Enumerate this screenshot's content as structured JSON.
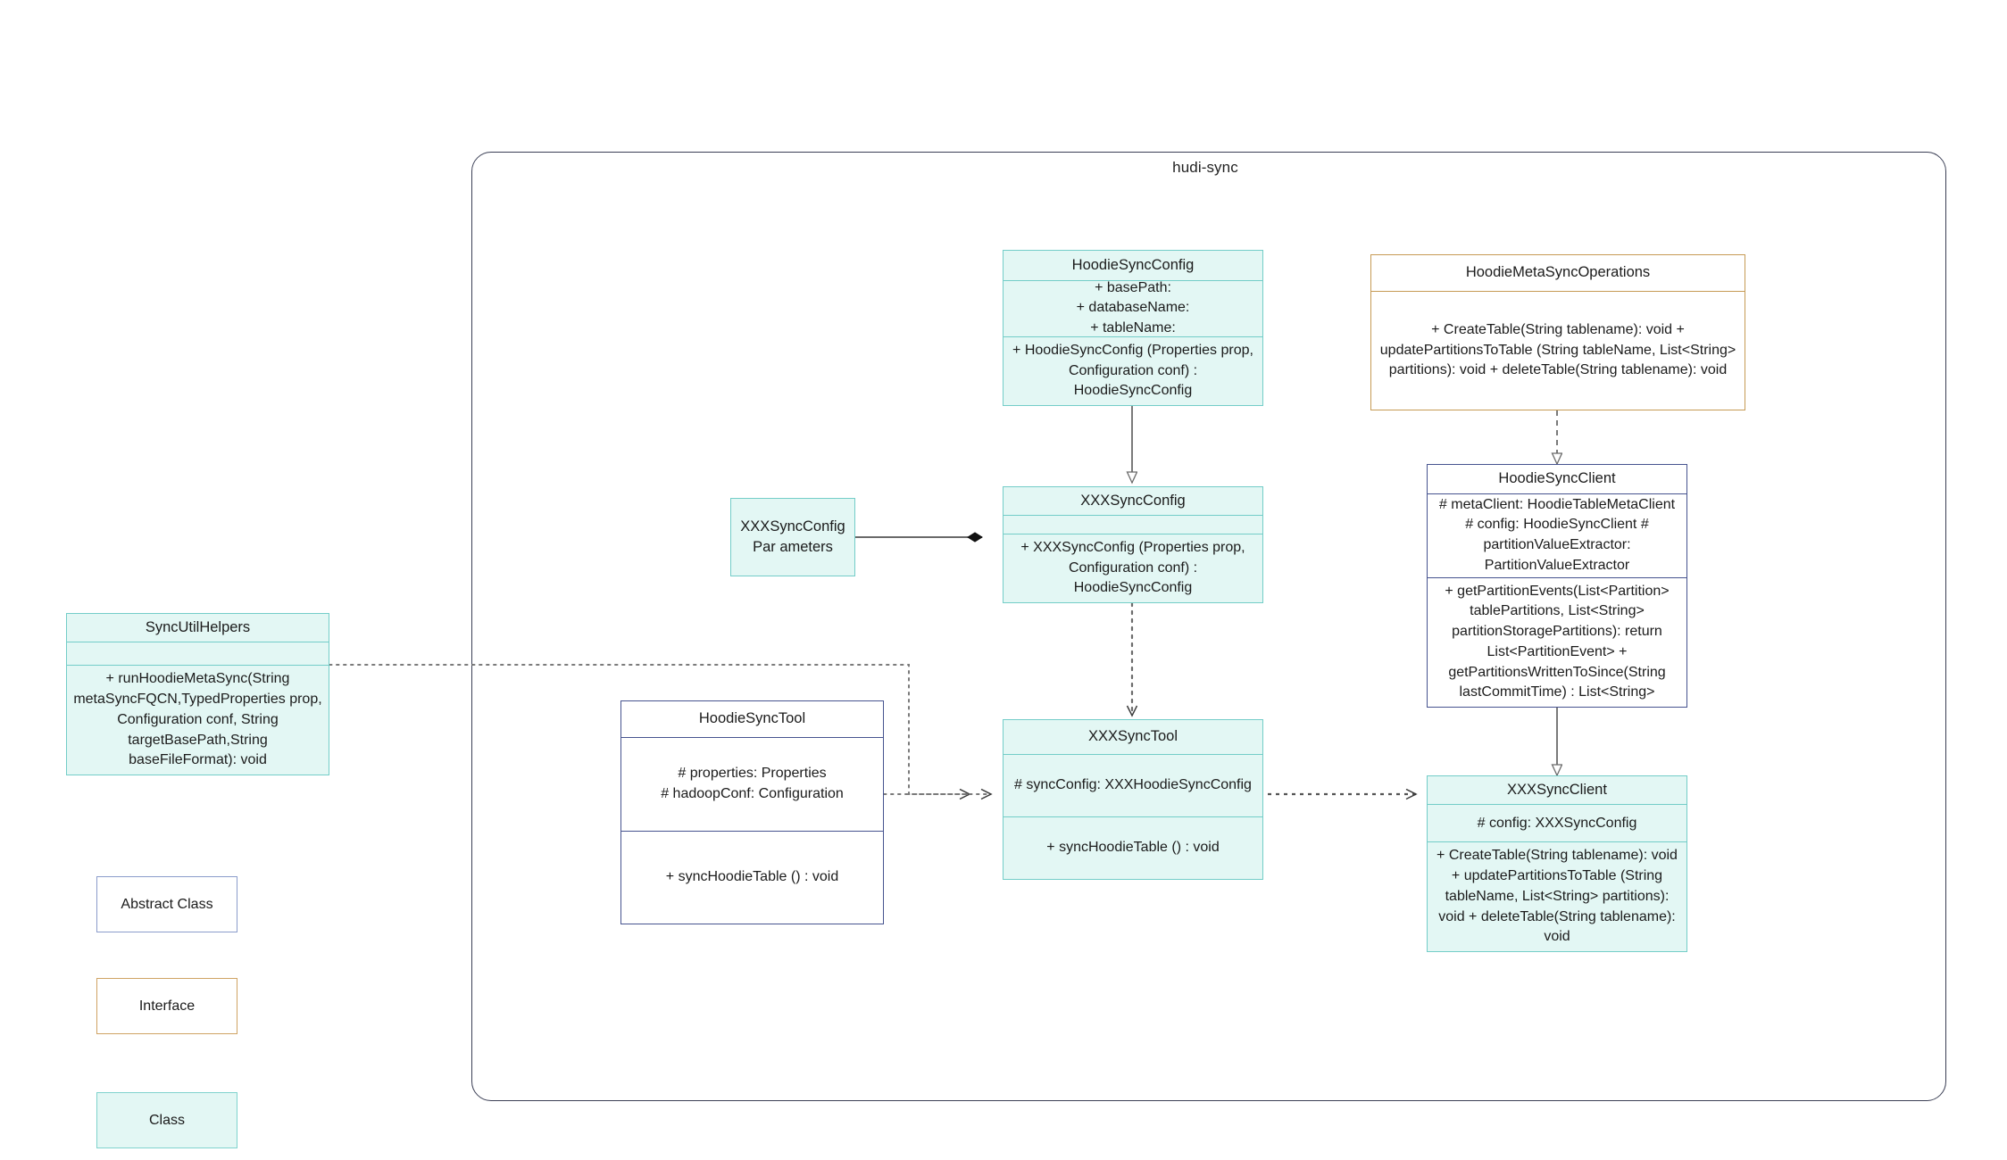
{
  "package": {
    "title": "hudi-sync"
  },
  "nodes": {
    "hoodie_sync_config": {
      "name": "HoodieSyncConfig",
      "attributes": "+    basePath:\n+   databaseName:\n+    tableName:",
      "methods": "+   HoodieSyncConfig (Properties prop, Configuration conf) : HoodieSyncConfig",
      "stereotype": "class"
    },
    "hoodie_meta_sync_operations": {
      "name": "HoodieMetaSyncOperations",
      "methods": "+   CreateTable(String tablename): void\n+   updatePartitionsToTable (String tableName, List<String> partitions): void\n+   deleteTable(String tablename): void",
      "stereotype": "interface"
    },
    "hoodie_sync_client": {
      "name": "HoodieSyncClient",
      "attributes": "#   metaClient: HoodieTableMetaClient\n#   config: HoodieSyncClient\n#    partitionValueExtractor: PartitionValueExtractor",
      "methods": "+   getPartitionEvents(List<Partition> tablePartitions, List<String> partitionStoragePartitions): return List<PartitionEvent>\n+   getPartitionsWrittenToSince(String lastCommitTime) : List<String>",
      "stereotype": "abstract"
    },
    "xxx_sync_config_parameters": {
      "name": "XXXSyncConfigPar ameters",
      "stereotype": "class"
    },
    "xxx_sync_config": {
      "name": "XXXSyncConfig",
      "attributes": "",
      "methods": "+   XXXSyncConfig (Properties prop, Configuration conf) : HoodieSyncConfig",
      "stereotype": "class"
    },
    "sync_util_helpers": {
      "name": "SyncUtilHelpers",
      "attributes": "",
      "methods": "+    runHoodieMetaSync(String metaSyncFQCN,TypedProperties prop, Configuration conf, String targetBasePath,String baseFileFormat): void",
      "stereotype": "class"
    },
    "hoodie_sync_tool": {
      "name": "HoodieSyncTool",
      "attributes": "#   properties: Properties\n#   hadoopConf: Configuration",
      "methods": "+   syncHoodieTable () : void",
      "stereotype": "abstract"
    },
    "xxx_sync_tool": {
      "name": "XXXSyncTool",
      "attributes": "#   syncConfig: XXXHoodieSyncConfig",
      "methods": "+   syncHoodieTable () : void",
      "stereotype": "class"
    },
    "xxx_sync_client": {
      "name": "XXXSyncClient",
      "attributes": "#    config: XXXSyncConfig",
      "methods": "+   CreateTable(String tablename): void\n+   updatePartitionsToTable (String tableName, List<String> partitions): void\n+   deleteTable(String tablename): void",
      "stereotype": "class"
    }
  },
  "legend": {
    "abstract_class": "Abstract Class",
    "interface": "Interface",
    "class": "Class"
  },
  "colors": {
    "class_border": "#73cdc8",
    "class_fill": "#e3f7f4",
    "abstract_border": "#46538f",
    "interface_border": "#c69a54",
    "package_border": "#3b3f55",
    "connector": "#6b6b6b",
    "diamond": "#1a1a1a"
  }
}
